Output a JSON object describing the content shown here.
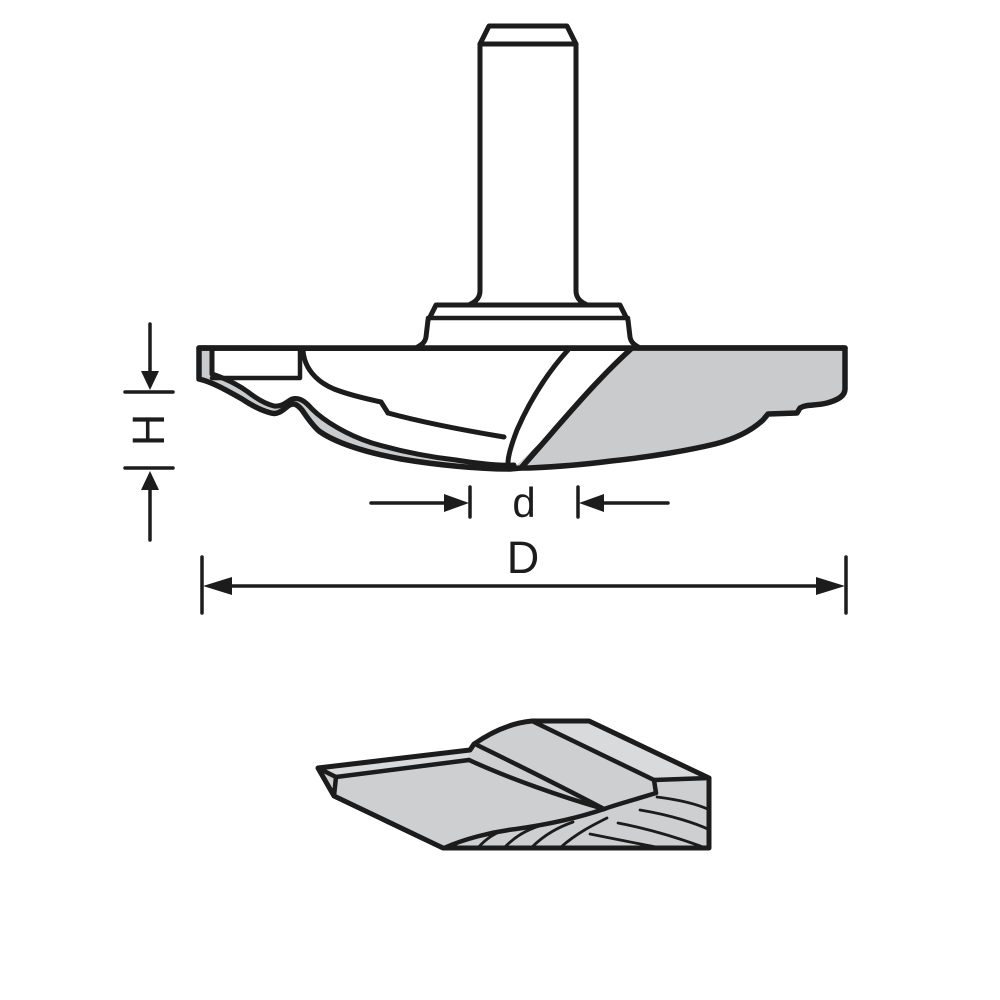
{
  "labels": {
    "cutter_height": "H",
    "inner_diameter": "d",
    "outer_diameter": "D"
  },
  "colors": {
    "outline": "#1c1c1c",
    "body-gray": "#c9cbcd",
    "wood-gray": "#cdcfd1",
    "face-light": "#d8dadc",
    "paper": "#ffffff",
    "shank-g0": "#4e4e50",
    "shank-g1": "#7c7c7e",
    "shank-g2": "#e7e7e8",
    "shank-g3": "#fbfbfb",
    "shank-g4": "#bcbcbe",
    "shank-g5": "#88888a"
  }
}
